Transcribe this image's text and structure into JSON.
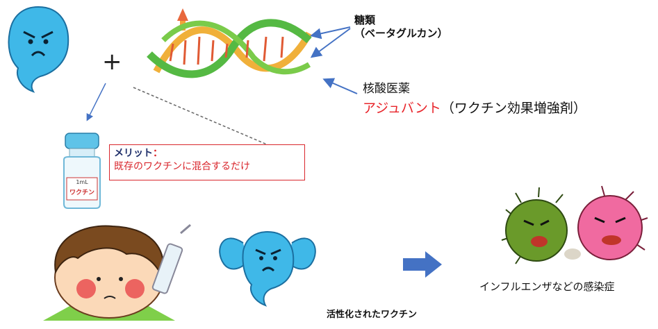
{
  "labels": {
    "plus": "+",
    "sugar_line1": "糖類",
    "sugar_line2": "（ベータグルカン）",
    "nucleic_acid": "核酸医薬",
    "adjuvant": "アジュバント",
    "adjuvant_note": "（ワクチン効果増強剤）",
    "merit_title": "メリット",
    "merit_colon": "：",
    "merit_text": "既存のワクチンに混合するだけ",
    "vial_volume": "1mL",
    "vial_name": "ワクチン",
    "activated": "活性化されたワクチン",
    "infection": "インフルエンザなどの感染症"
  },
  "colors": {
    "ghost": "#3fb8e8",
    "adjuvant_red": "#e8242a",
    "merit_border": "#d9262c",
    "merit_title": "#1f2f6a",
    "arrow_blue": "#4472c4"
  }
}
